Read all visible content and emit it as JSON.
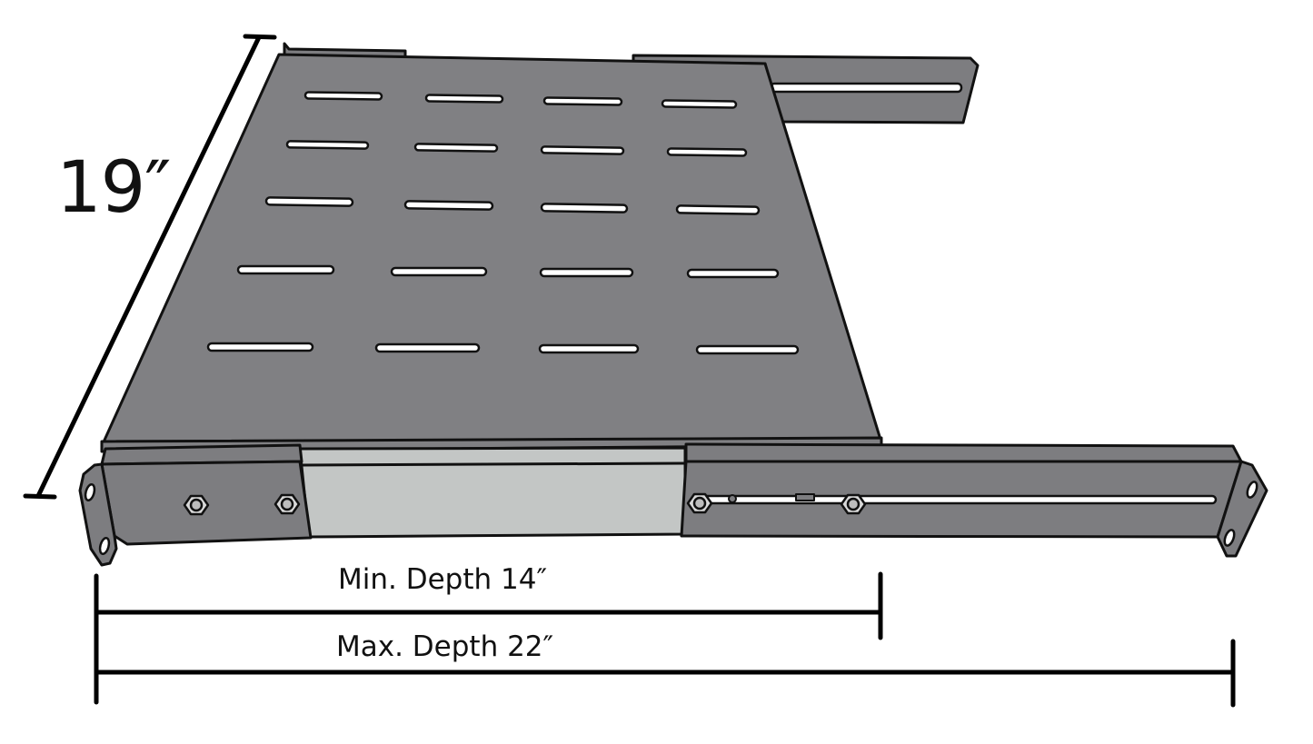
{
  "labels": {
    "width": "19″",
    "min_depth": "Min. Depth 14″",
    "max_depth": "Max. Depth 22″"
  },
  "colors": {
    "shelf": "#808083",
    "rail": "#7d7d80",
    "gap_panel": "#c3c6c5",
    "outline": "#111111",
    "background": "#ffffff"
  },
  "vent_slot_rows": 5,
  "vent_slot_columns": 4
}
